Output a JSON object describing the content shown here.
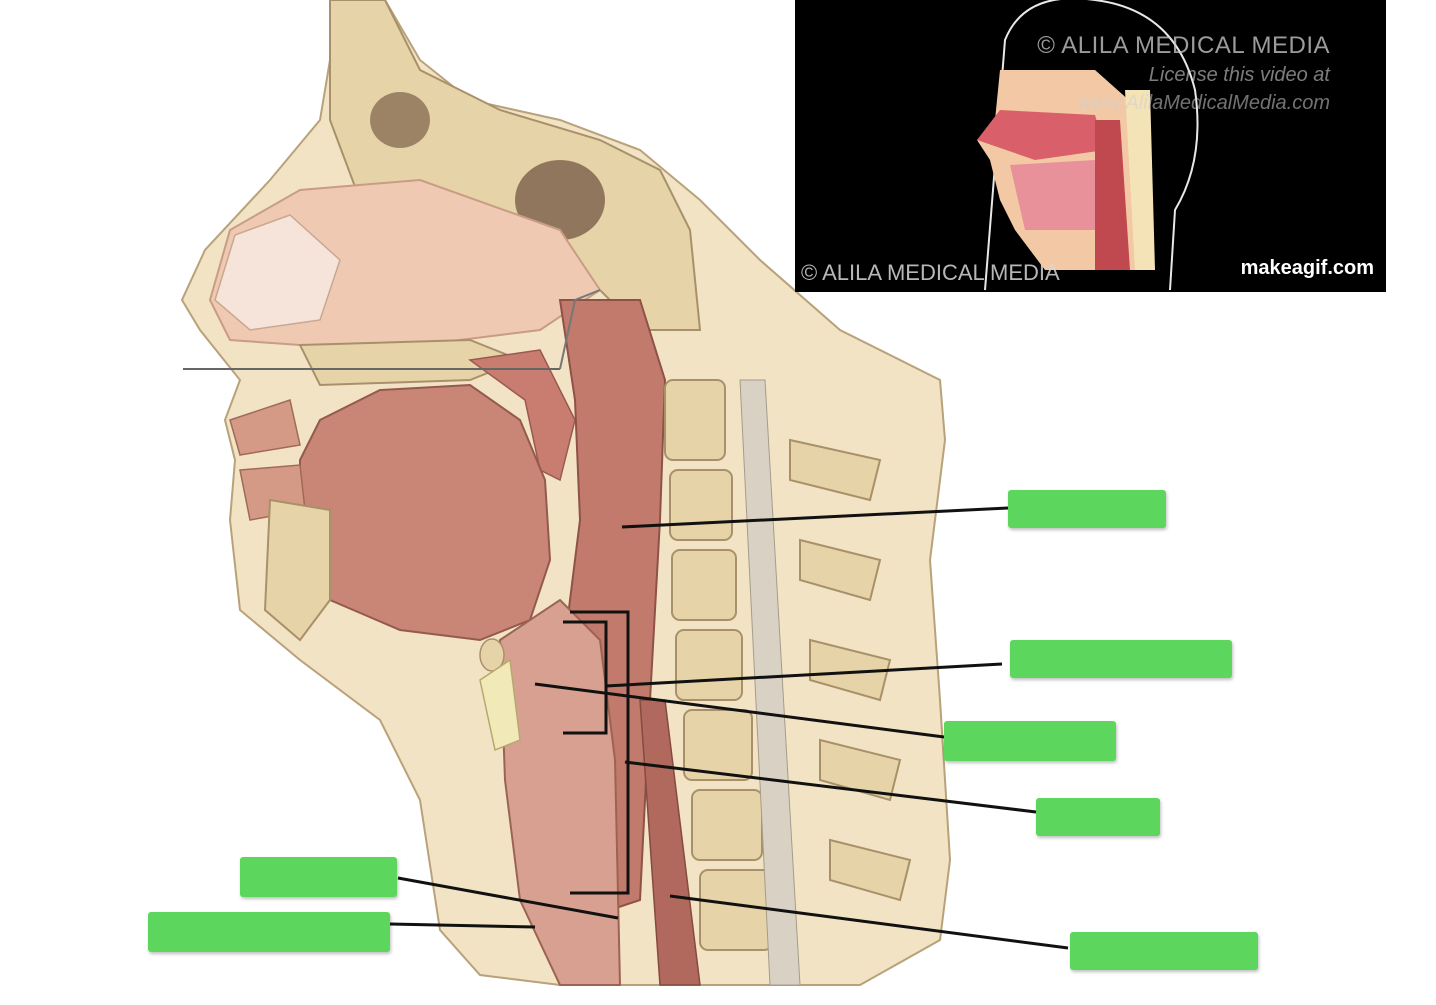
{
  "watermarks": {
    "copyright_top": "© ALILA MEDICAL MEDIA",
    "license_line1": "License this video at",
    "license_line2": "www.AlilaMedicalMedia.com",
    "copyright_bottom": "© ALILA MEDICAL MEDIA",
    "gif_site": "makeagif.com"
  },
  "colors": {
    "label_box": "#5cd65c",
    "muscle": "#c98576",
    "bone": "#e6d4a8",
    "nasal": "#efc9b2",
    "video_bg": "#000000"
  }
}
